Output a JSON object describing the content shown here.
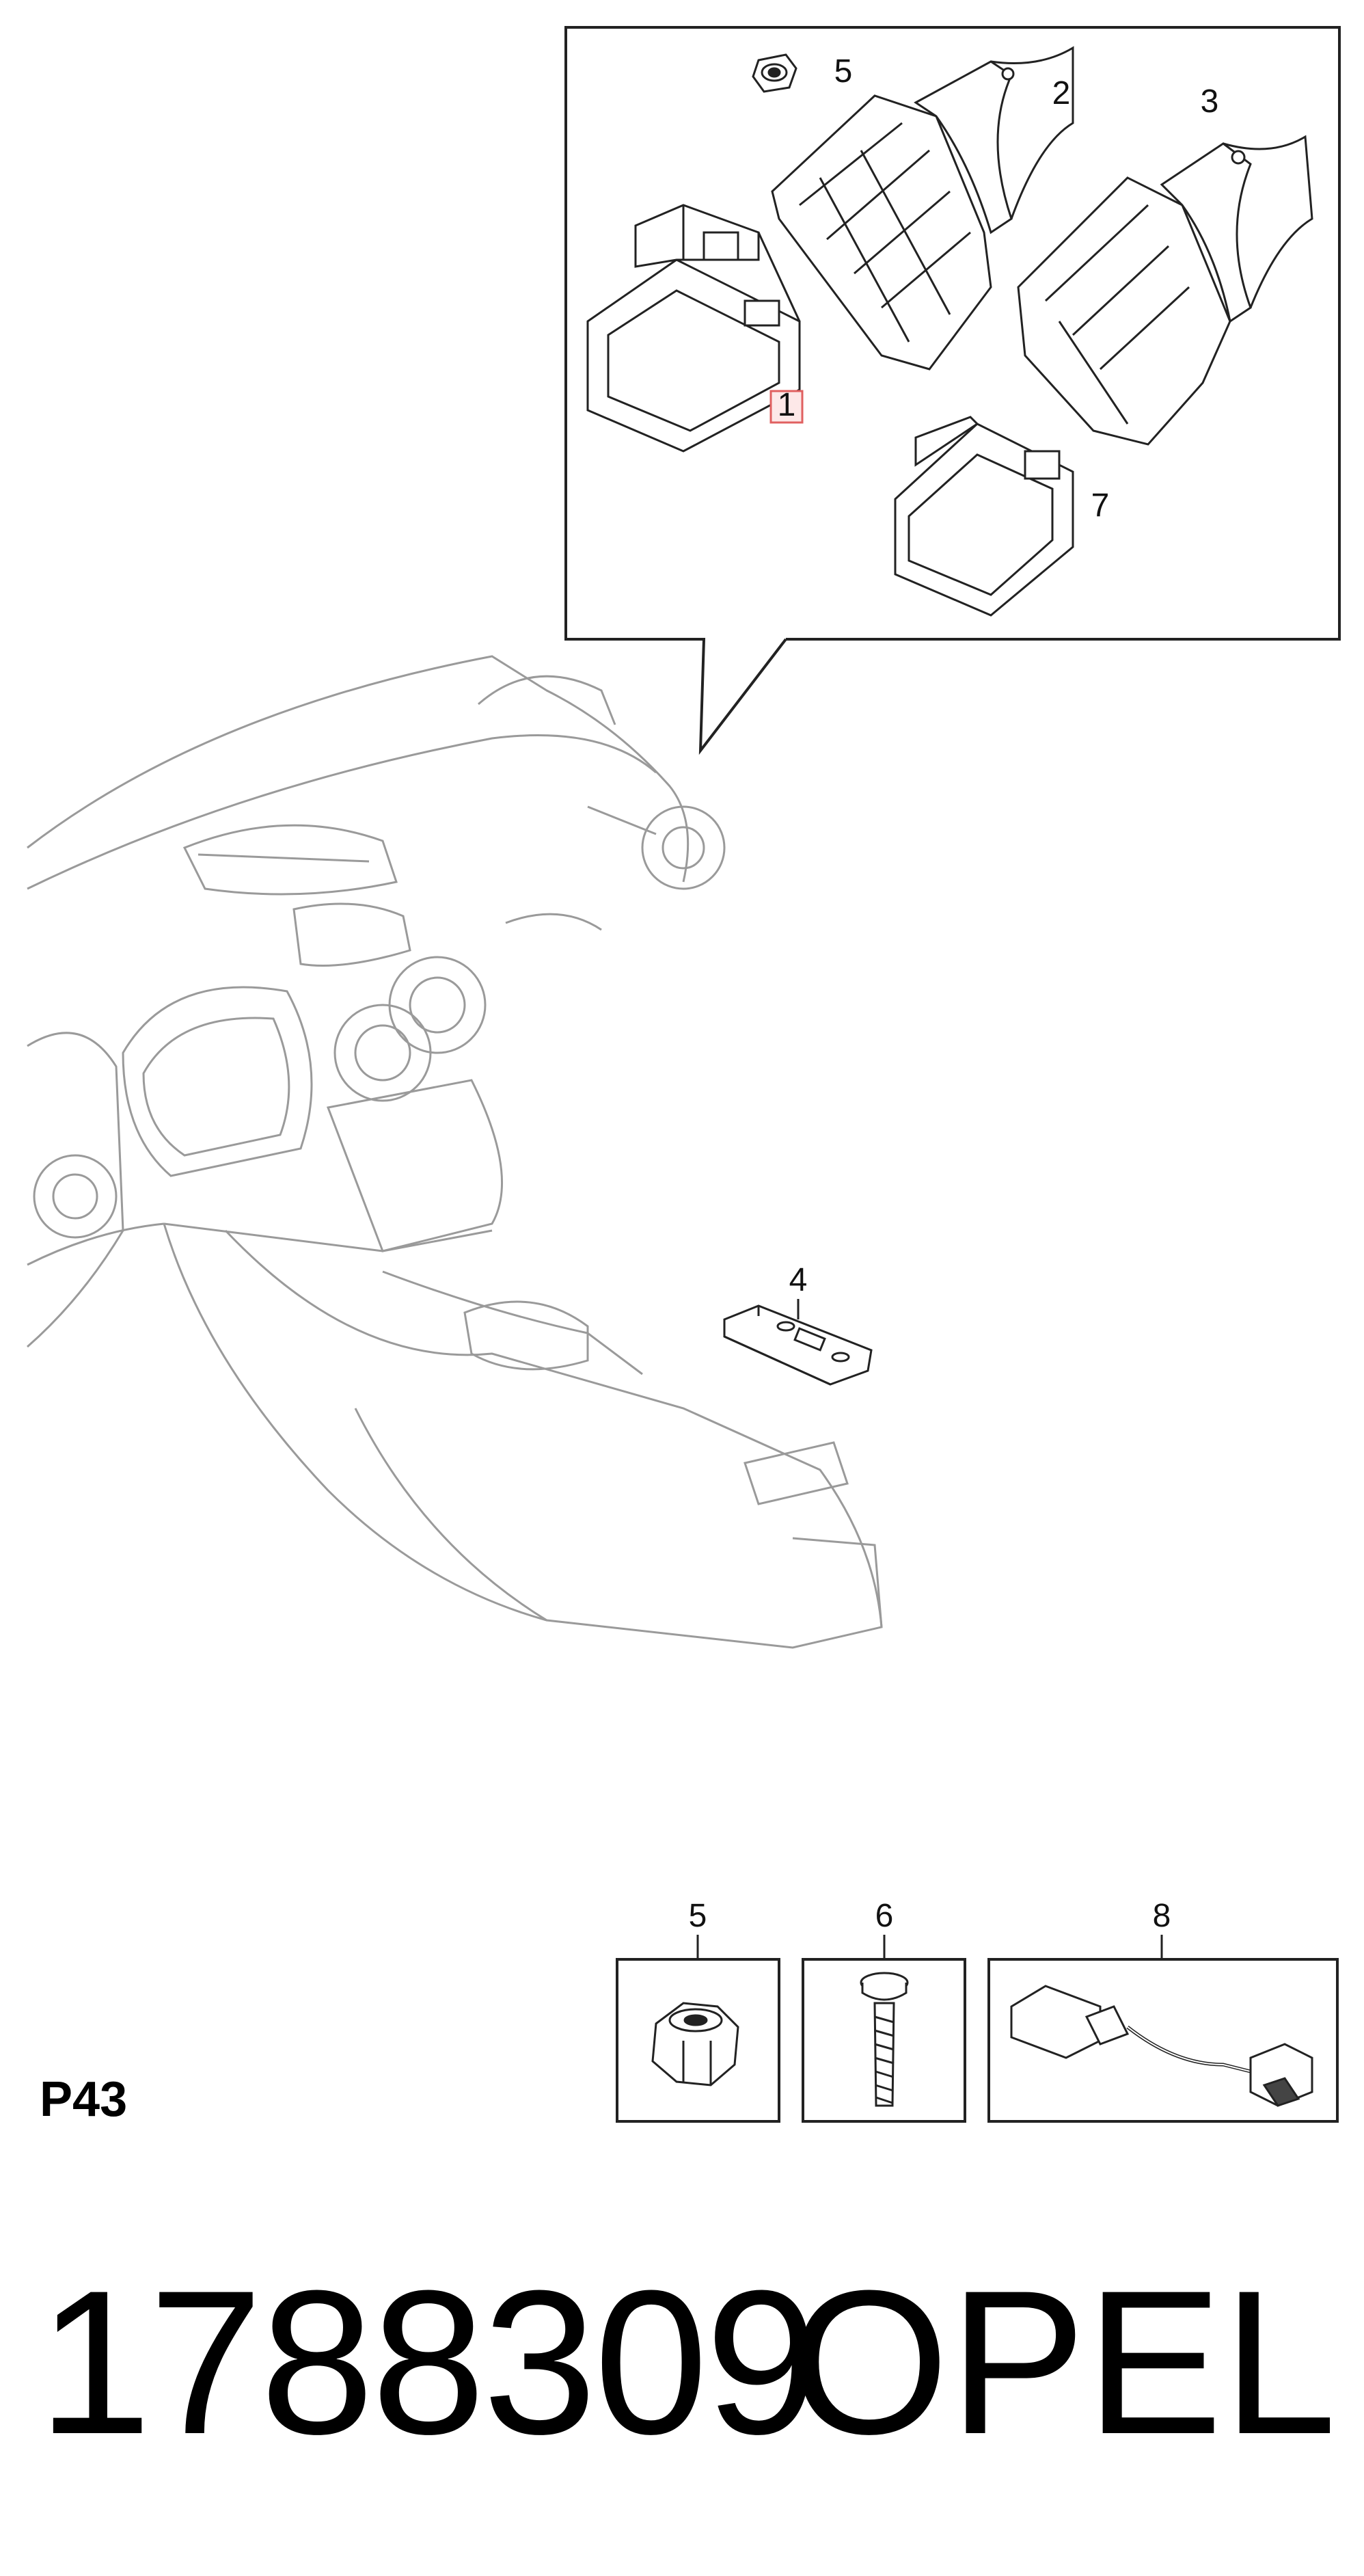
{
  "callouts": {
    "c1": "1",
    "c2": "2",
    "c3": "3",
    "c4": "4",
    "c5_top": "5",
    "c7": "7",
    "c5_bottom": "5",
    "c6": "6",
    "c8": "8"
  },
  "page_code": "P43",
  "part_number": "1788309",
  "brand": "OPEL",
  "colors": {
    "line": "#222222",
    "sketch": "#9a9a9a",
    "highlight_border": "#e06060",
    "highlight_fill": "#fde8e8"
  }
}
